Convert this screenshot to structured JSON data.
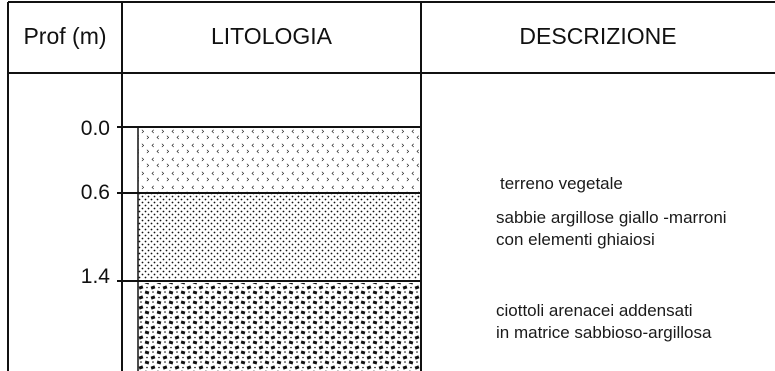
{
  "header": {
    "depth_label": "Prof (m)",
    "lithology_label": "LITOLOGIA",
    "description_label": "DESCRIZIONE"
  },
  "layers": [
    {
      "top": "0.0",
      "bottom": "0.6",
      "description": [
        "terreno vegetale"
      ],
      "pattern": "vegetal-soil"
    },
    {
      "top": "0.6",
      "bottom": "1.4",
      "description": [
        "sabbie argillose giallo -marroni",
        "con elementi ghiaiosi"
      ],
      "pattern": "clayey-sand"
    },
    {
      "top": "1.4",
      "bottom": "",
      "description": [
        "ciottoli arenacei addensati",
        "in matrice sabbioso-argillosa"
      ],
      "pattern": "cobbles"
    }
  ],
  "colors": {
    "ink": "#111111",
    "paper": "#ffffff"
  }
}
